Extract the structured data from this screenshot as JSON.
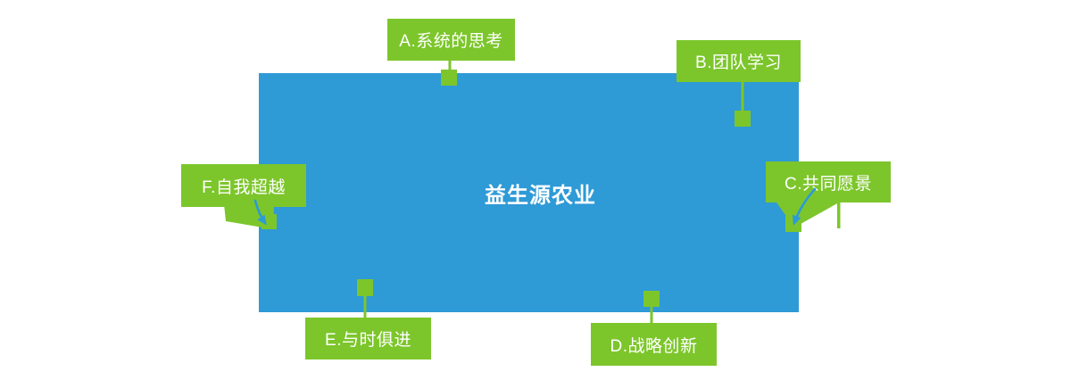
{
  "diagram": {
    "central_shape": {
      "title": "益生源农业"
    },
    "labels": [
      {
        "id": "A",
        "text": "A.系统的思考"
      },
      {
        "id": "B",
        "text": "B.团队学习"
      },
      {
        "id": "C",
        "text": "C.共同愿景"
      },
      {
        "id": "D",
        "text": "D.战略创新"
      },
      {
        "id": "E",
        "text": "E.与时俱进"
      },
      {
        "id": "F",
        "text": "F.自我超越"
      }
    ],
    "colors": {
      "shape-blue": "#2E9AD6",
      "label-green": "#7CC62B",
      "text-white": "#FFFFFF"
    }
  }
}
